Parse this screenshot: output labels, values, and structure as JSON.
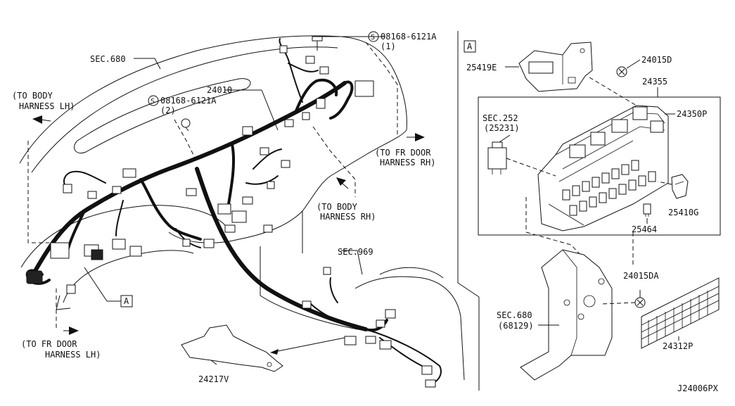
{
  "diagram_id": "J24006PX",
  "left_view": {
    "labels": {
      "sec680_top": "SEC.680",
      "bolt_code_1": "08168-6121A",
      "bolt_qty_1": "(1)",
      "bolt_code_2": "08168-6121A",
      "bolt_qty_2": "(2)",
      "main_harness": "24010",
      "to_body_lh_1": "(TO BODY",
      "to_body_lh_2": "HARNESS LH)",
      "to_fr_door_rh_1": "(TO FR DOOR",
      "to_fr_door_rh_2": "HARNESS RH)",
      "to_body_rh_1": "(TO BODY",
      "to_body_rh_2": "HARNESS RH)",
      "sec969": "SEC.969",
      "to_fr_door_lh_1": "(TO FR DOOR",
      "to_fr_door_lh_2": "HARNESS LH)",
      "bracket": "24217V",
      "ref_a": "A",
      "s_symbol": "S"
    }
  },
  "right_view": {
    "labels": {
      "ref_a": "A",
      "bracket_top": "25419E",
      "screw_top": "24015D",
      "fuse_block_assy": "24355",
      "fuse_block": "24350P",
      "sec252": "SEC.252",
      "sec252_sub": "(25231)",
      "relay": "25410G",
      "fuse": "25464",
      "screw_bottom": "24015DA",
      "sec680": "SEC.680",
      "sec680_sub": "(68129)",
      "label_plate": "24312P"
    }
  }
}
